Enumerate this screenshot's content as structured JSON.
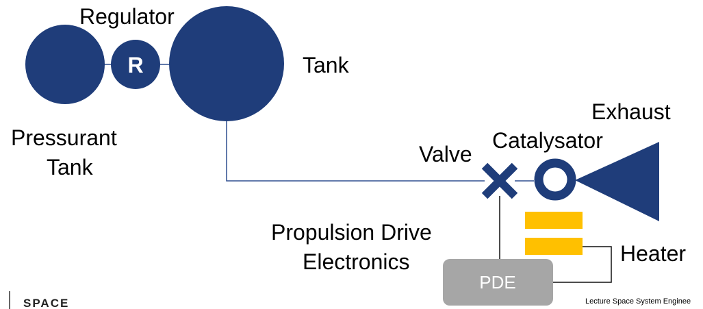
{
  "diagram": {
    "labels": {
      "regulator": "Regulator",
      "regulator_symbol": "R",
      "tank": "Tank",
      "pressurant_tank_line1": "Pressurant",
      "pressurant_tank_line2": "Tank",
      "exhaust": "Exhaust",
      "catalysator": "Catalysator",
      "valve": "Valve",
      "pde_line1": "Propulsion Drive",
      "pde_line2": "Electronics",
      "heater": "Heater",
      "pde_box": "PDE"
    }
  },
  "footer": {
    "logo": "SPACE",
    "lecture": "Lecture Space System Enginee"
  },
  "colors": {
    "component_blue": "#1f3d7a",
    "line_blue": "#2f4f8f",
    "heater_yellow": "#ffc000",
    "pde_gray": "#a6a6a6",
    "wire": "#111111"
  }
}
